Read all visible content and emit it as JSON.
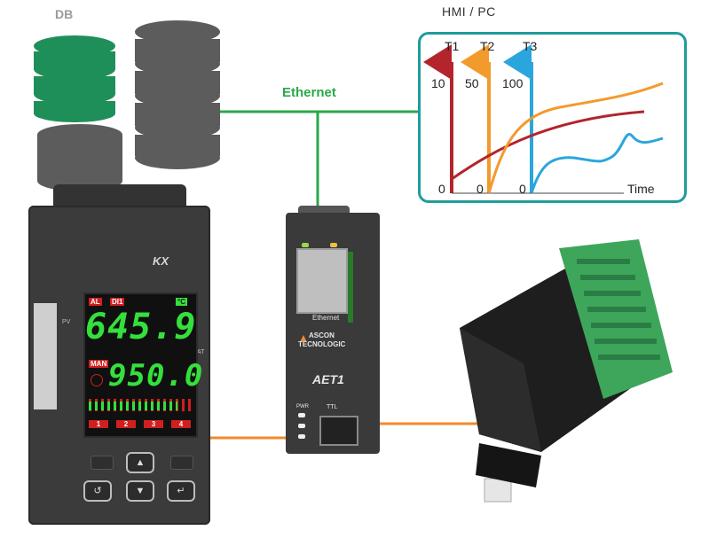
{
  "labels": {
    "db": "DB",
    "hmi": "HMI / PC",
    "ethernet": "Ethernet"
  },
  "colors": {
    "teal": "#1f9c9c",
    "ethernet_green": "#2aa84a",
    "serial_orange": "#f08a2c",
    "t1_red": "#b3242c",
    "t2_orange": "#f39a2c",
    "t3_blue": "#2aa6dc",
    "db_green": "#1f8f5a",
    "db_gray": "#5c5c5c"
  },
  "hmi_chart": {
    "axes": [
      {
        "name": "T1",
        "max_label": "10",
        "zero_label": "0"
      },
      {
        "name": "T2",
        "max_label": "50",
        "zero_label": "0"
      },
      {
        "name": "T3",
        "max_label": "100",
        "zero_label": "0"
      }
    ],
    "x_label": "Time"
  },
  "controller": {
    "logo": "KX",
    "pv_value": "645.9",
    "sv_value": "950.0",
    "pv_tag": "PV",
    "at_tag": "AT",
    "badges": {
      "al": "AL",
      "di": "DI1",
      "unit": "°C",
      "man": "MAN"
    },
    "outputs": [
      "1",
      "2",
      "3",
      "4"
    ]
  },
  "module": {
    "port_label": "Ethernet",
    "brand_line1": "ASCON",
    "brand_line2": "TECNOLOGIC",
    "model": "AET1",
    "pwr_label": "PWR",
    "ttl_label": "TTL"
  }
}
